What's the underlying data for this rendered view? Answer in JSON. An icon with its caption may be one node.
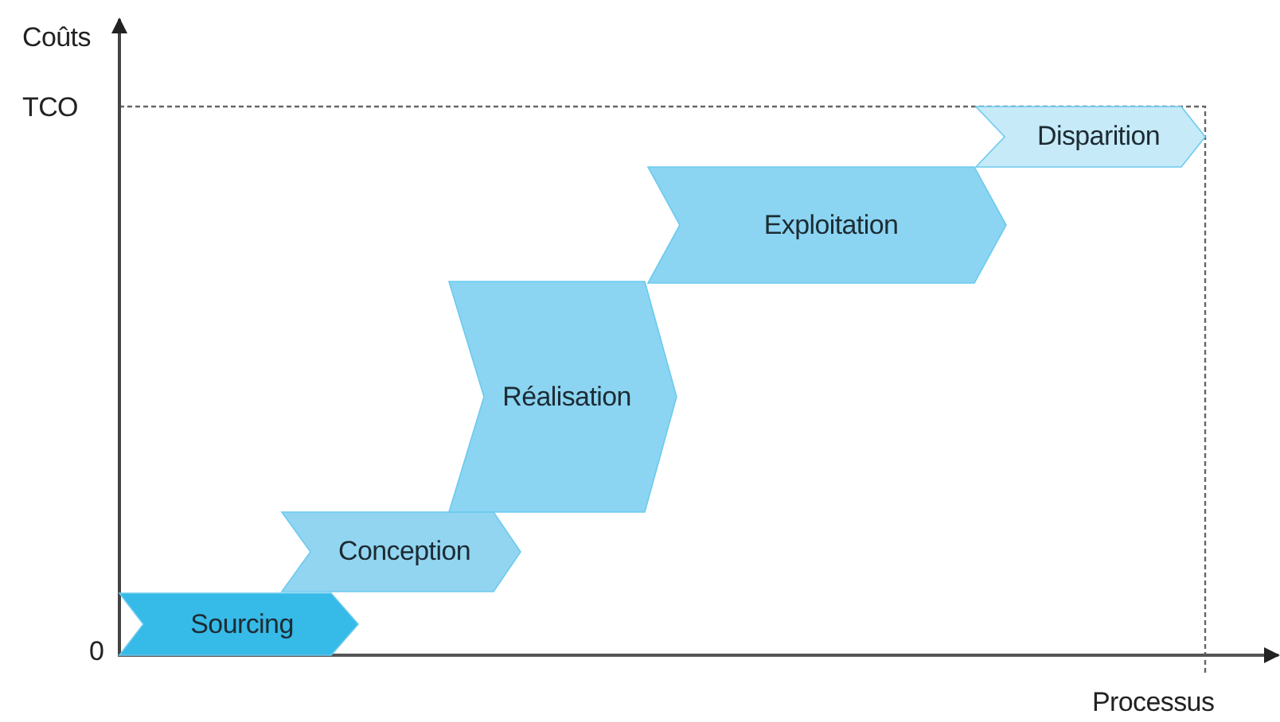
{
  "diagram": {
    "nodes": [
      {
        "text": [
          "Sourcing"
        ]
      },
      {
        "text": [
          "Conception"
        ]
      },
      {
        "text": [
          "Réalisation"
        ]
      },
      {
        "text": [
          "Exploitation"
        ]
      },
      {
        "text": [
          "Disparition"
        ]
      }
    ],
    "labels": [
      "Coûts",
      "TCO",
      "0",
      "Processus"
    ]
  }
}
